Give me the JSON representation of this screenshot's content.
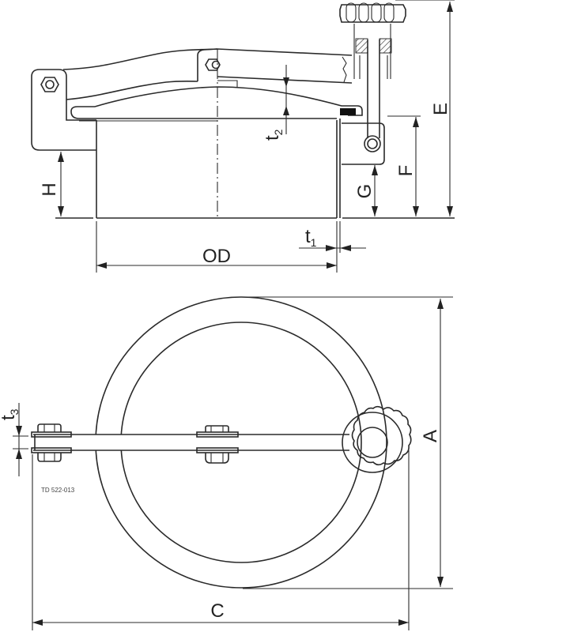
{
  "drawing": {
    "reference": "TD 522-013",
    "side_view": {
      "dimensions": {
        "H": "H",
        "t2": {
          "base": "t",
          "sub": "2"
        },
        "G": "G",
        "F": "F",
        "E": "E",
        "OD": "OD",
        "t1": {
          "base": "t",
          "sub": "1"
        }
      }
    },
    "top_view": {
      "dimensions": {
        "t3": {
          "base": "t",
          "sub": "3"
        },
        "A": "A",
        "C": "C"
      }
    }
  }
}
